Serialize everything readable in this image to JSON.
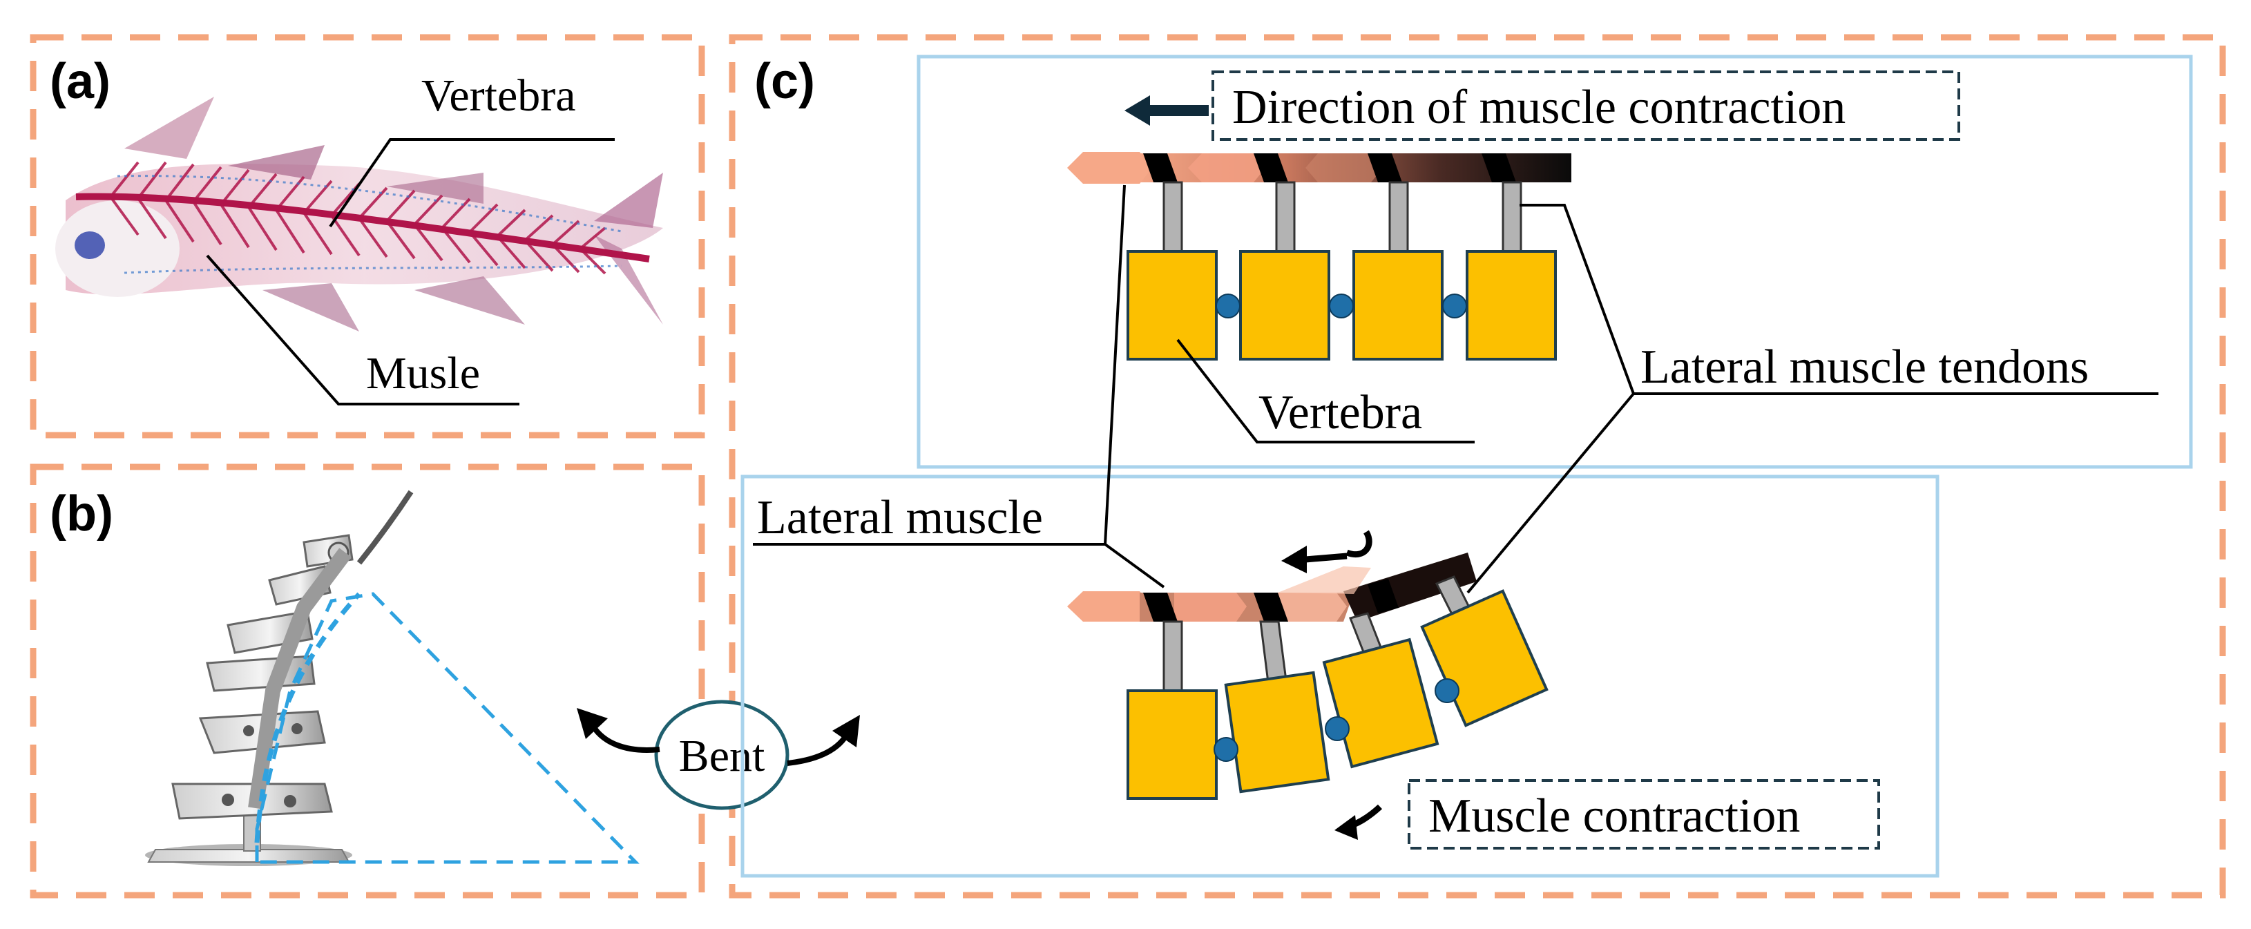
{
  "colors": {
    "outer_dash": "#f4a57c",
    "inner_box": "#a9d3ec",
    "vertebra_fill": "#fcc000",
    "joint_fill": "#1f6fa8",
    "tendon_fill": "#b3b3b3",
    "muscle_light": "#f6a888",
    "muscle_dark": "#0a0a0a",
    "triangle_dash": "#2ea2e0",
    "bone_red": "#b0144a"
  },
  "panels": {
    "a": {
      "label": "(a)",
      "vertebra": "Vertebra",
      "muscle": "Musle"
    },
    "b": {
      "label": "(b)",
      "bent": "Bent"
    },
    "c": {
      "label": "(c)",
      "direction": "Direction of muscle contraction",
      "vertebra": "Vertebra",
      "tendons": "Lateral muscle tendons",
      "lateral_muscle": "Lateral muscle",
      "contraction": "Muscle contraction"
    }
  }
}
